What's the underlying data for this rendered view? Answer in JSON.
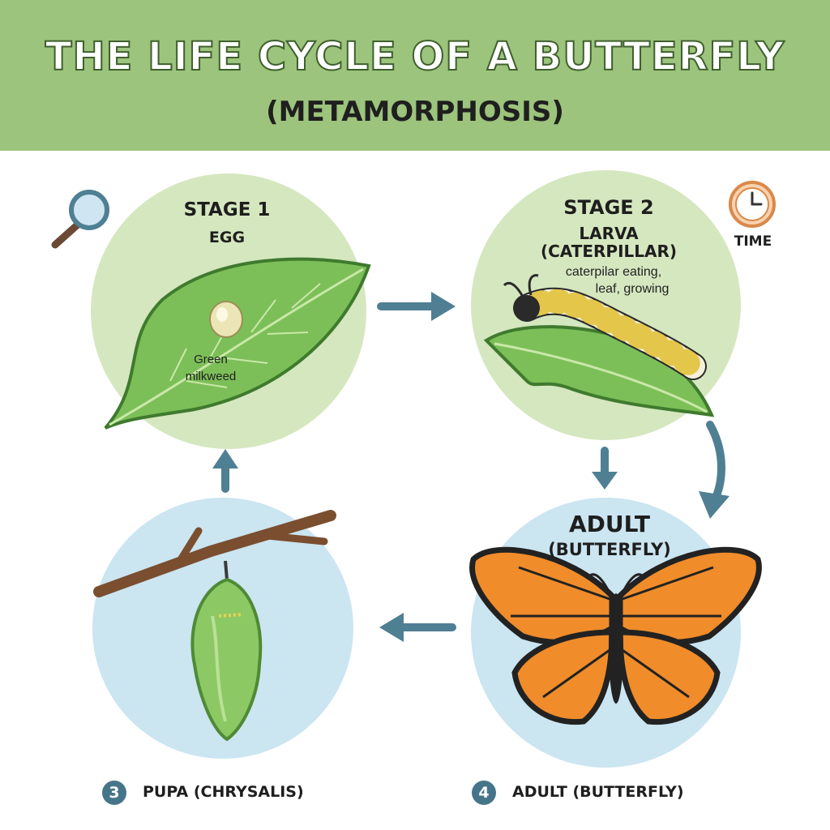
{
  "header": {
    "title": "THE LIFE CYCLE OF A BUTTERFLY",
    "subtitle": "(METAMORPHOSIS)"
  },
  "stages": {
    "stage1": {
      "label": "STAGE 1",
      "name": "EGG",
      "note_line1": "Green",
      "note_line2": "milkweed"
    },
    "stage2": {
      "label": "STAGE 2",
      "name_line1": "LARVA",
      "name_line2": "(CATERPILLAR)",
      "note_line1": "caterpilar eating,",
      "note_line2": "leaf, growing"
    },
    "adult": {
      "name_line1": "ADULT",
      "name_line2": "(BUTTERFLY)"
    }
  },
  "time_label": "TIME",
  "footer": {
    "item3": {
      "number": "3",
      "label": "PUPA (CHRYSALIS)"
    },
    "item4": {
      "number": "4",
      "label": "ADULT (BUTTERFLY)"
    }
  },
  "icons": [
    "magnifier-icon",
    "clock-icon"
  ],
  "colors": {
    "header_bg": "#9cc47c",
    "green_circle": "#d5e7bf",
    "blue_circle": "#cbe5f1",
    "arrow": "#4f7f93",
    "badge": "#46758a"
  }
}
